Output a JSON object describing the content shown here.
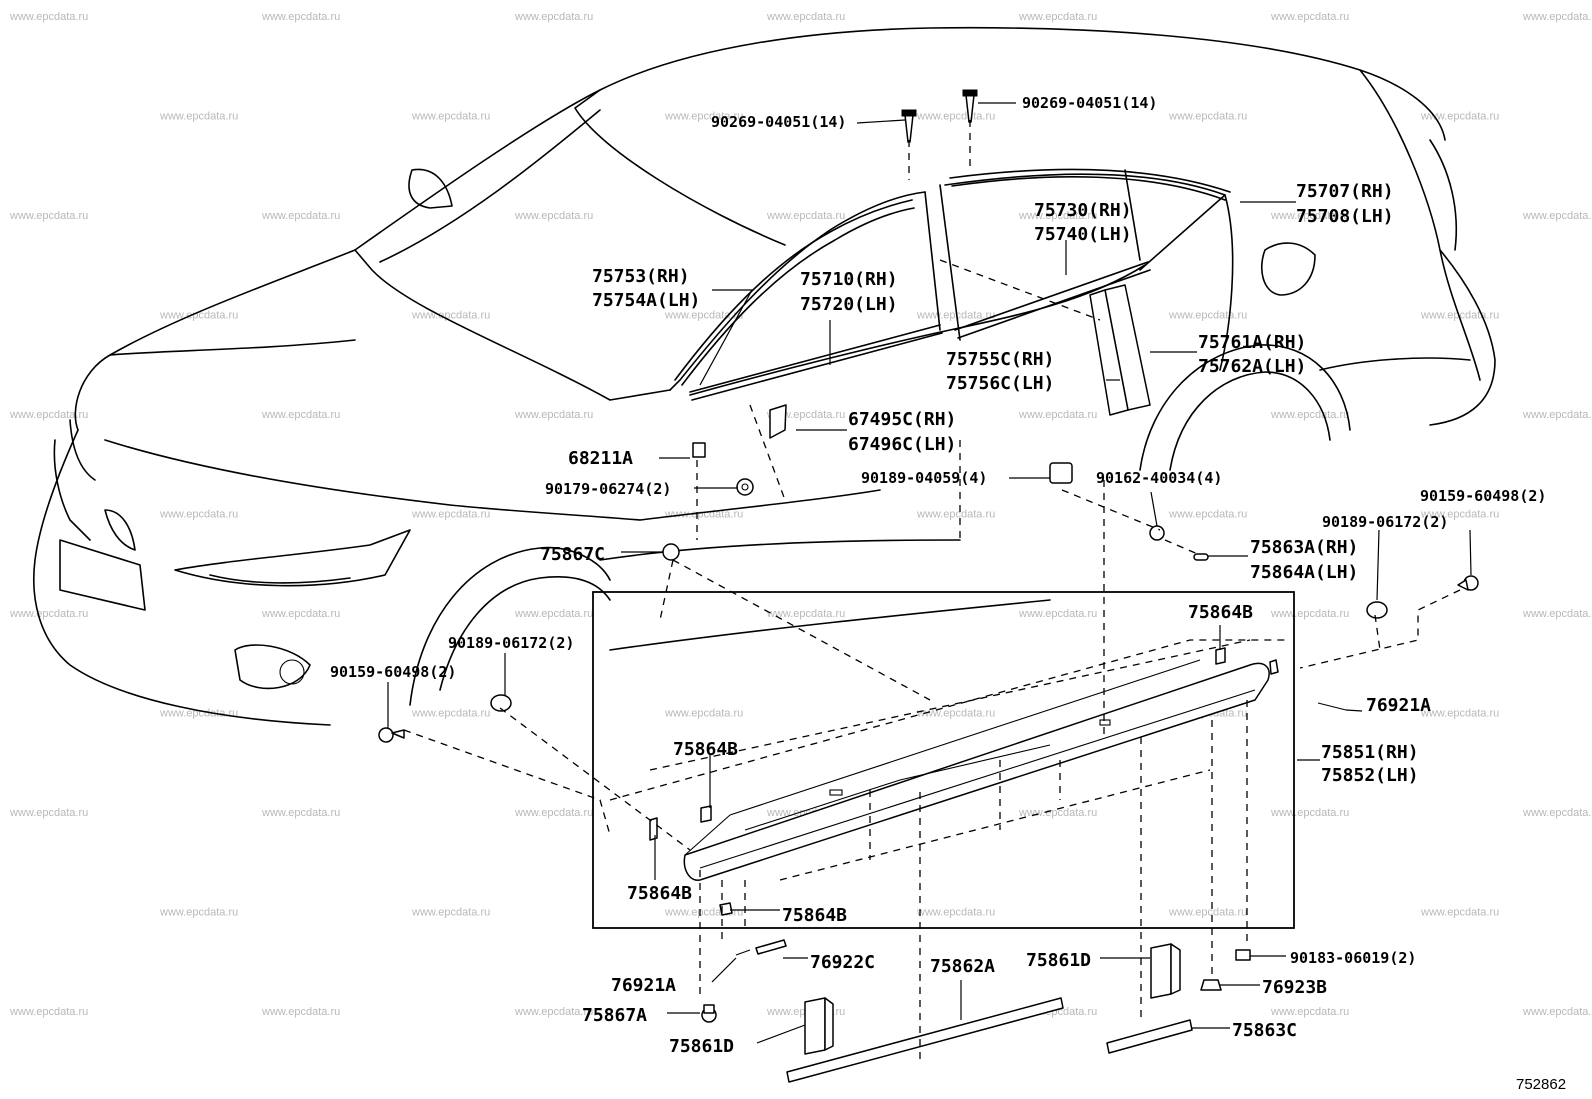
{
  "watermark": "www.epcdata.ru",
  "diagram_ref": "752862",
  "labels": {
    "bolt_90269_a": "90269-04051(14)",
    "bolt_90269_b": "90269-04051(14)",
    "m75707": "75707(RH)",
    "m75708": "75708(LH)",
    "m75730": "75730(RH)",
    "m75740": "75740(LH)",
    "m75753": "75753(RH)",
    "m75754a": "75754A(LH)",
    "m75710": "75710(RH)",
    "m75720": "75720(LH)",
    "m75761a": "75761A(RH)",
    "m75762a": "75762A(LH)",
    "m75755c": "75755C(RH)",
    "m75756c": "75756C(LH)",
    "m67495c": "67495C(RH)",
    "m67496c": "67496C(LH)",
    "m68211a": "68211A",
    "m90189_04059": "90189-04059(4)",
    "m90162_40034": "90162-40034(4)",
    "m90179_06274": "90179-06274(2)",
    "m90159_60498_r": "90159-60498(2)",
    "m90189_06172_r": "90189-06172(2)",
    "m75867c": "75867C",
    "m75863a": "75863A(RH)",
    "m75864a": "75864A(LH)",
    "m90189_06172_l": "90189-06172(2)",
    "m90159_60498_l": "90159-60498(2)",
    "m75864b_top": "75864B",
    "m76921a_r": "76921A",
    "m75864b_left": "75864B",
    "m75851": "75851(RH)",
    "m75852": "75852(LH)",
    "m75864b_bl": "75864B",
    "m75864b_b": "75864B",
    "m76922c": "76922C",
    "m75862a": "75862A",
    "m75861d_r": "75861D",
    "m90183_06019": "90183-06019(2)",
    "m76921a_l": "76921A",
    "m76923b": "76923B",
    "m75867a": "75867A",
    "m75861d_l": "75861D",
    "m75863c": "75863C"
  }
}
